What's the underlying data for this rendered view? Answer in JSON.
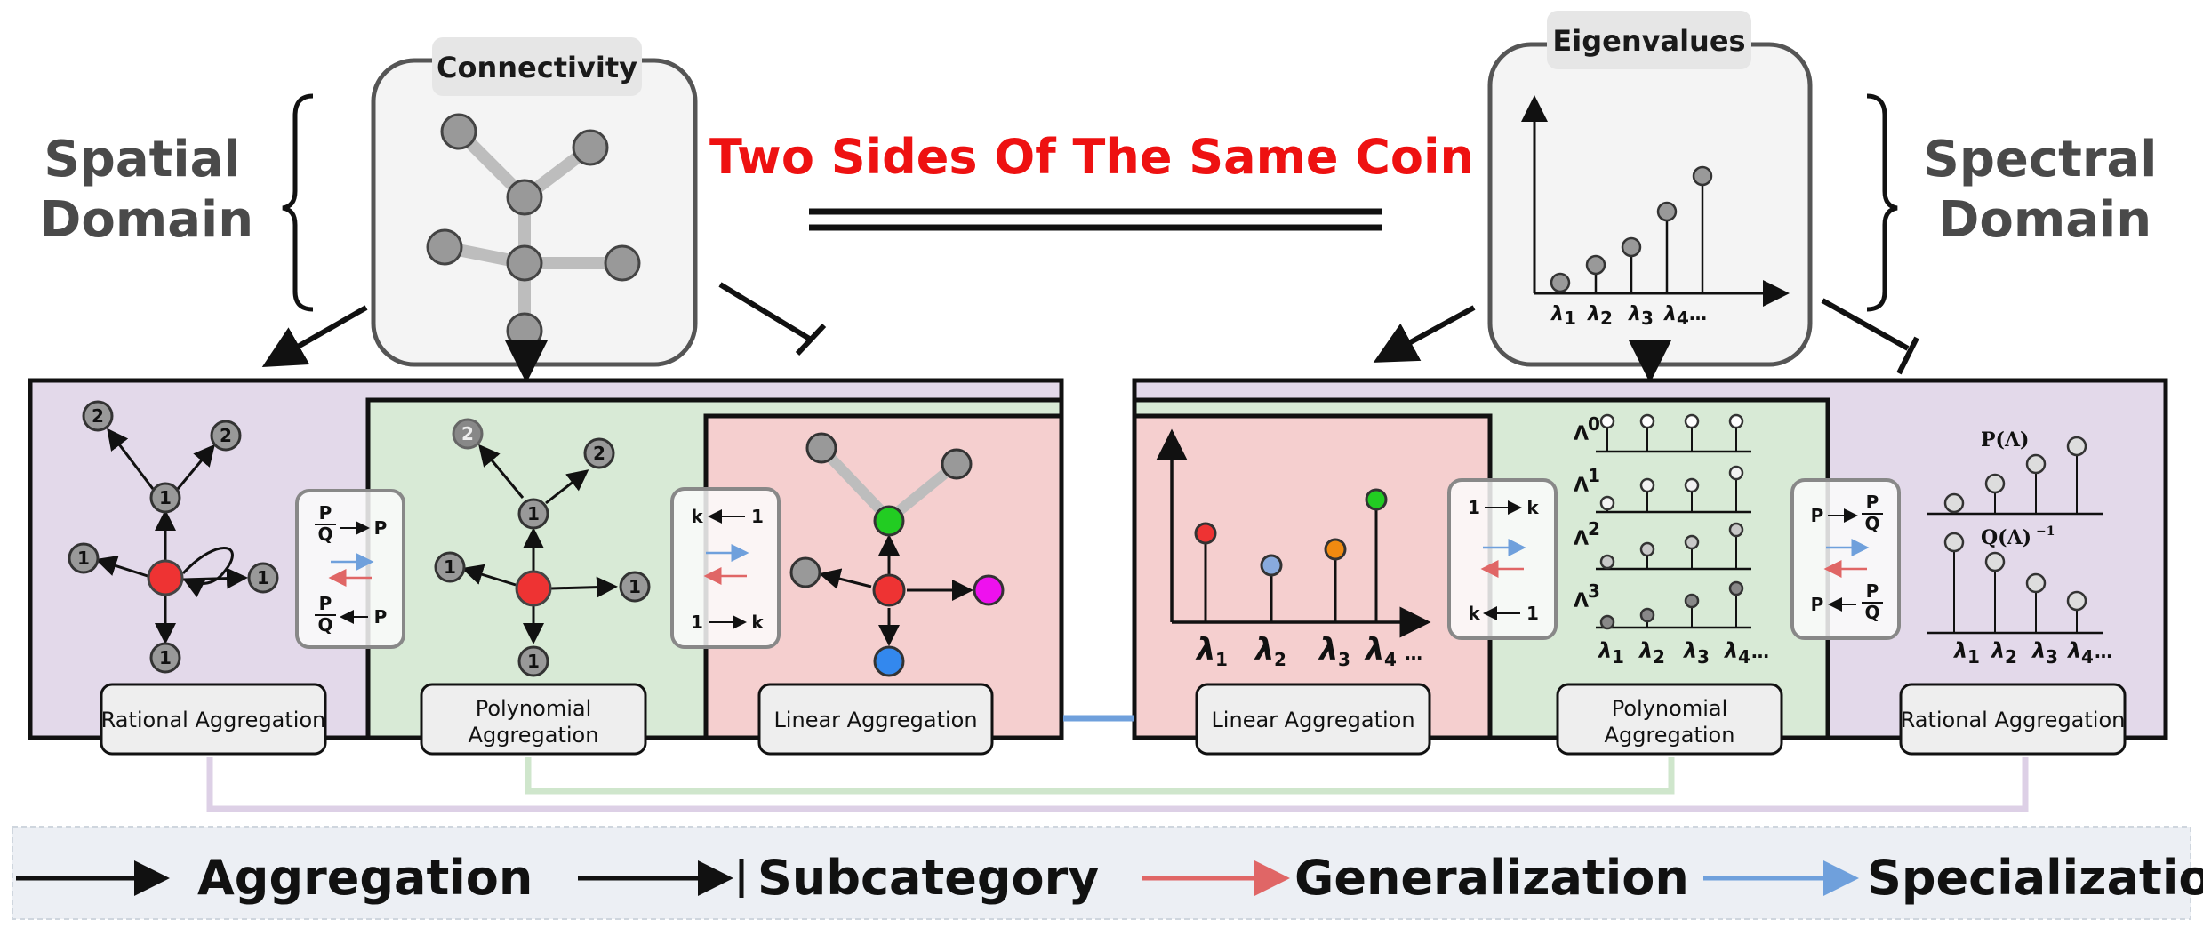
{
  "title": "Two Sides Of The Same Coin",
  "spatial": {
    "line1": "Spatial",
    "line2": "Domain"
  },
  "spectral": {
    "line1": "Spectral",
    "line2": "Domain"
  },
  "tabs": {
    "connectivity": "Connectivity",
    "eigenvalues": "Eigenvalues"
  },
  "left_boxes": {
    "rational": "Rational Aggregation",
    "polynomial_1": "Polynomial",
    "polynomial_2": "Aggregation",
    "linear": "Linear Aggregation"
  },
  "right_boxes": {
    "linear": "Linear Aggregation",
    "polynomial_1": "Polynomial",
    "polynomial_2": "Aggregation",
    "rational": "Rational Aggregation"
  },
  "node_labels": {
    "hop1": "1",
    "hop2": "2"
  },
  "transforms": {
    "P": "P",
    "Q": "Q",
    "k": "k",
    "one": "1"
  },
  "spectral_labels": {
    "lambda_1": "λ",
    "lambda_2": "λ",
    "lambda_3": "λ",
    "lambda_4": "λ",
    "sub_1": "1",
    "sub_2": "2",
    "sub_3": "3",
    "sub_4": "4",
    "ellipsis": "…",
    "Lambda": "Λ",
    "pow0": "0",
    "pow1": "1",
    "pow2": "2",
    "pow3": "3",
    "P_of_Lambda": "P(Λ)",
    "Q_of_Lambda": "Q(Λ)",
    "inv": "−1"
  },
  "legend": {
    "aggregation": "Aggregation",
    "subcategory": "Subcategory",
    "generalization": "Generalization",
    "specialization": "Specialization"
  },
  "colors": {
    "title": "#ee1111",
    "purple_panel": "#e3d9ea",
    "green_panel": "#d8ead6",
    "red_panel": "#f5cfcf",
    "generalization": "#e06666",
    "specialization": "#6fa0dc",
    "node_gray": "#999999",
    "node_red": "#ee3333",
    "node_green": "#22cc22",
    "node_magenta": "#ee11ee",
    "node_blue": "#3388ee",
    "node_orange": "#f08a10"
  }
}
